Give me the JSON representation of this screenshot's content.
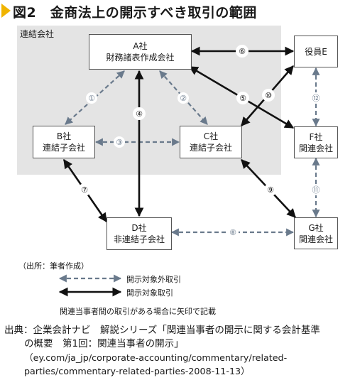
{
  "title": "図2　金商法上の開示すべき取引の範囲",
  "scope_label": "連結会社",
  "nodes": {
    "a": {
      "line1": "A社",
      "line2": "財務諸表作成会社"
    },
    "b": {
      "line1": "B社",
      "line2": "連結子会社"
    },
    "c": {
      "line1": "C社",
      "line2": "連結子会社"
    },
    "d": {
      "line1": "D社",
      "line2": "非連結子会社"
    },
    "e": {
      "line1": "役員E",
      "line2": ""
    },
    "f": {
      "line1": "F社",
      "line2": "関連会社"
    },
    "g": {
      "line1": "G社",
      "line2": "関連会社"
    }
  },
  "edge_labels": [
    "①",
    "②",
    "③",
    "④",
    "⑤",
    "⑥",
    "⑦",
    "⑧",
    "⑨",
    "⑩",
    "⑪",
    "⑫"
  ],
  "source_note": "（出所：筆者作成）",
  "legend": {
    "dashed": "開示対象外取引",
    "solid": "開示対象取引",
    "note": "関連当事者間の取引がある場合に矢印で記載"
  },
  "citation": {
    "line1": "出典：企業会計ナビ　解説シリーズ「関連当事者の開示に関する会計基準",
    "line2": "の概要　第1回：関連当事者の開示」",
    "line3": "（ey.com/ja_jp/corporate-accounting/commentary/related-",
    "line4": "parties/commentary-related-parties-2008-11-13）"
  }
}
